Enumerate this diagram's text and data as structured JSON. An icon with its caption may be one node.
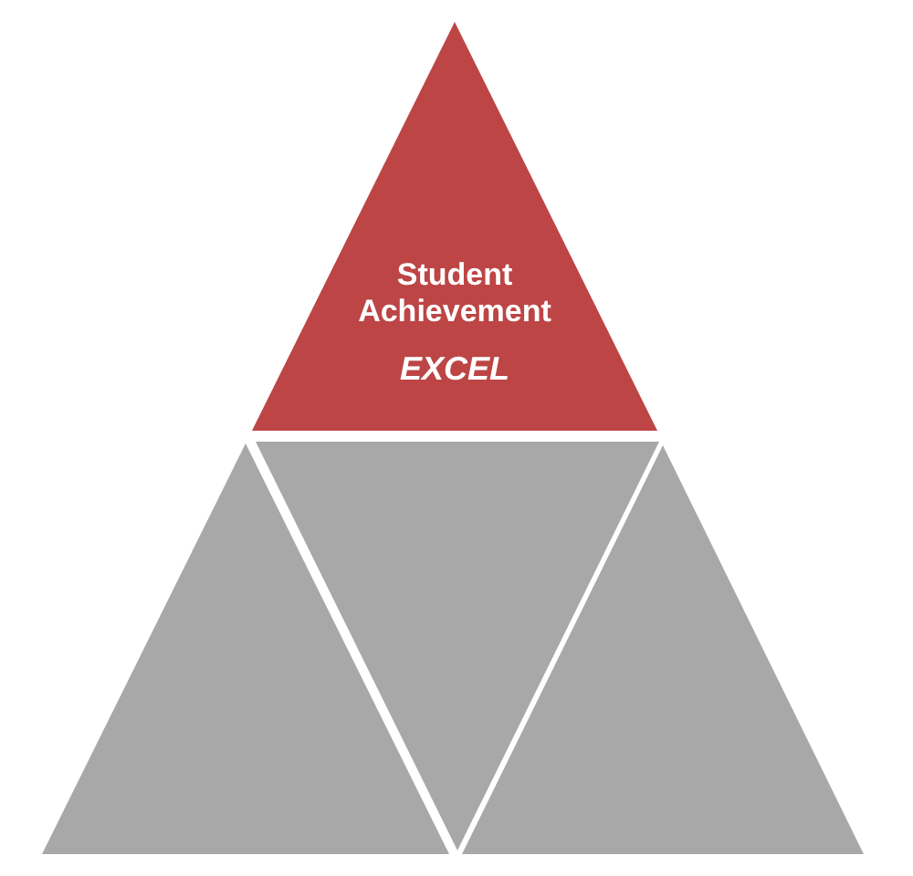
{
  "diagram": {
    "nodes": [
      {
        "text": [
          "Student Achievement",
          "EXCEL"
        ]
      },
      {
        "text": [],
        "shape": "triangle"
      },
      {
        "text": [],
        "shape": "triangle"
      },
      {
        "text": [],
        "shape": "triangle"
      }
    ]
  }
}
